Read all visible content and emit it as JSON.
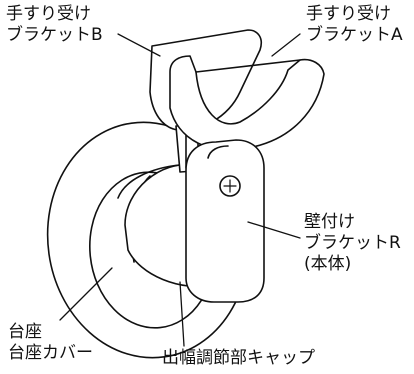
{
  "labels": {
    "bracket_b": {
      "line1": "手すり受け",
      "line2": "ブラケットB"
    },
    "bracket_a": {
      "line1": "手すり受け",
      "line2": "ブラケットA"
    },
    "bracket_r": {
      "line1": "壁付け",
      "line2": "ブラケットR",
      "line3": "(本体)"
    },
    "base": {
      "line1": "台座",
      "line2": "台座カバー"
    },
    "cap": {
      "line1": "出幅調節部キャップ"
    }
  },
  "colors": {
    "line": "#111111",
    "fill": "#ffffff",
    "background": "#ffffff"
  }
}
